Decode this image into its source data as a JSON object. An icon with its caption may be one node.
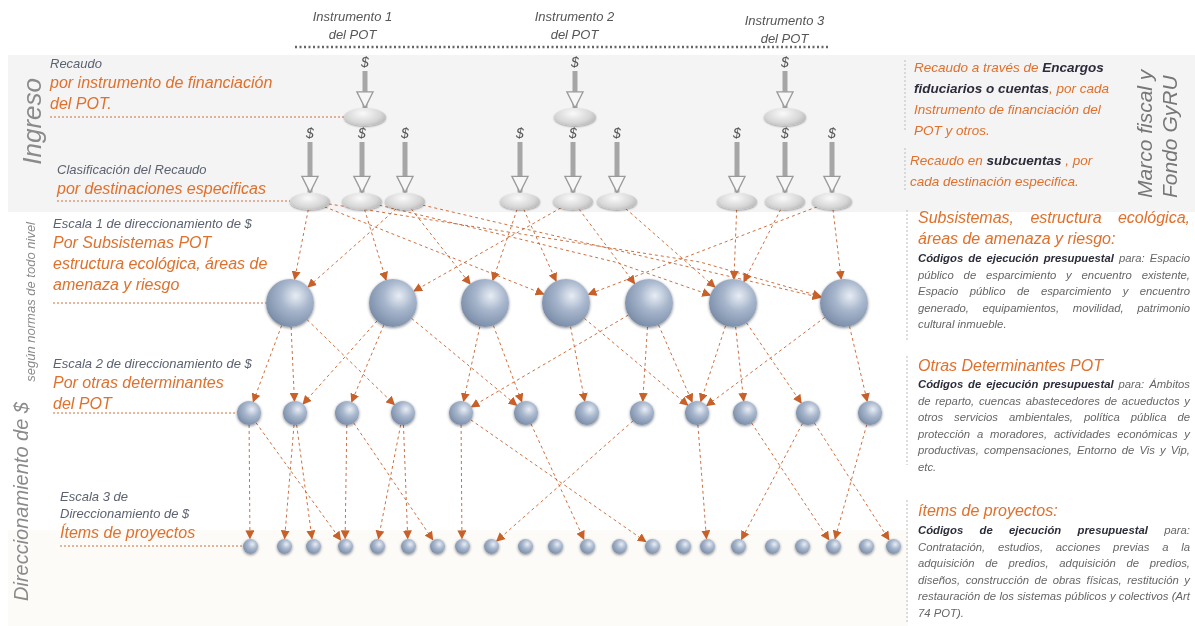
{
  "diagram": {
    "nodes": [
      {
        "text": [
          "$"
        ]
      },
      {
        "text": [
          "$"
        ]
      },
      {
        "text": [
          "$"
        ]
      },
      {
        "text": [],
        "shape": "ellipse"
      },
      {
        "text": [],
        "shape": "ellipse"
      },
      {
        "text": [],
        "shape": "ellipse"
      },
      {
        "text": [
          "$"
        ]
      },
      {
        "text": [
          "$"
        ]
      },
      {
        "text": [
          "$"
        ]
      },
      {
        "text": [
          "$"
        ]
      },
      {
        "text": [
          "$"
        ]
      },
      {
        "text": [
          "$"
        ]
      },
      {
        "text": [
          "$"
        ]
      },
      {
        "text": [
          "$"
        ]
      },
      {
        "text": [
          "$"
        ]
      },
      {
        "text": [],
        "shape": "ellipse"
      },
      {
        "text": [],
        "shape": "ellipse"
      },
      {
        "text": [],
        "shape": "ellipse"
      },
      {
        "text": [],
        "shape": "ellipse"
      },
      {
        "text": [],
        "shape": "ellipse"
      },
      {
        "text": [],
        "shape": "ellipse"
      },
      {
        "text": [],
        "shape": "ellipse"
      },
      {
        "text": [],
        "shape": "ellipse"
      },
      {
        "text": [],
        "shape": "ellipse"
      },
      {
        "text": [],
        "shape": "circle"
      },
      {
        "text": [],
        "shape": "circle"
      },
      {
        "text": [],
        "shape": "circle"
      },
      {
        "text": [],
        "shape": "circle"
      },
      {
        "text": [],
        "shape": "circle"
      },
      {
        "text": [],
        "shape": "circle"
      },
      {
        "text": [],
        "shape": "circle"
      },
      {
        "text": [],
        "shape": "circle"
      },
      {
        "text": [],
        "shape": "circle"
      },
      {
        "text": [],
        "shape": "circle"
      },
      {
        "text": [],
        "shape": "circle"
      },
      {
        "text": [],
        "shape": "circle"
      },
      {
        "text": [],
        "shape": "circle"
      },
      {
        "text": [],
        "shape": "circle"
      },
      {
        "text": [],
        "shape": "circle"
      },
      {
        "text": [],
        "shape": "circle"
      },
      {
        "text": [],
        "shape": "circle"
      },
      {
        "text": [],
        "shape": "circle"
      },
      {
        "text": [],
        "shape": "circle"
      },
      {
        "text": [],
        "shape": "circle"
      },
      {
        "text": [],
        "shape": "circle"
      },
      {
        "text": [],
        "shape": "circle"
      },
      {
        "text": [],
        "shape": "circle"
      },
      {
        "text": [],
        "shape": "circle"
      },
      {
        "text": [],
        "shape": "circle"
      },
      {
        "text": [],
        "shape": "circle"
      },
      {
        "text": [],
        "shape": "circle"
      },
      {
        "text": [],
        "shape": "circle"
      },
      {
        "text": [],
        "shape": "circle"
      },
      {
        "text": [],
        "shape": "circle"
      },
      {
        "text": [],
        "shape": "circle"
      },
      {
        "text": [],
        "shape": "circle"
      },
      {
        "text": [],
        "shape": "circle"
      },
      {
        "text": [],
        "shape": "circle"
      },
      {
        "text": [],
        "shape": "circle"
      },
      {
        "text": [],
        "shape": "circle"
      },
      {
        "text": [],
        "shape": "circle"
      },
      {
        "text": [],
        "shape": "circle"
      },
      {
        "text": [],
        "shape": "circle"
      },
      {
        "text": [],
        "shape": "circle"
      },
      {
        "text": [],
        "shape": "circle"
      },
      {
        "text": [
          "Recaudo",
          "por instrumento de financiación del POT."
        ]
      },
      {
        "text": [
          "Clasificación del Recaudo",
          "por destinaciones especificas"
        ]
      },
      {
        "text": [
          "Escala 1 de direccionamiento de $",
          "Por Subsistemas POT estructura ecológica, áreas de amenaza y riesgo"
        ]
      },
      {
        "text": [
          "Escala 2 de direccionamiento de $",
          "Por otras determinantes del POT"
        ]
      },
      {
        "text": [
          "Escala 3 de Direccionamiento de $",
          "Ítems de proyectos"
        ]
      }
    ],
    "edges": [
      {
        "from": 0,
        "to": 3,
        "arrow": "to",
        "style": "thick",
        "color": "#a6a6a6"
      },
      {
        "from": 1,
        "to": 4,
        "arrow": "to",
        "style": "thick",
        "color": "#a6a6a6"
      },
      {
        "from": 2,
        "to": 5,
        "arrow": "to",
        "style": "thick",
        "color": "#a6a6a6"
      },
      {
        "from": 6,
        "to": 15,
        "arrow": "to",
        "style": "thick",
        "color": "#a6a6a6"
      },
      {
        "from": 7,
        "to": 16,
        "arrow": "to",
        "style": "thick",
        "color": "#a6a6a6"
      },
      {
        "from": 8,
        "to": 17,
        "arrow": "to",
        "style": "thick",
        "color": "#a6a6a6"
      },
      {
        "from": 9,
        "to": 18,
        "arrow": "to",
        "style": "thick",
        "color": "#a6a6a6"
      },
      {
        "from": 10,
        "to": 19,
        "arrow": "to",
        "style": "thick",
        "color": "#a6a6a6"
      },
      {
        "from": 11,
        "to": 20,
        "arrow": "to",
        "style": "thick",
        "color": "#a6a6a6"
      },
      {
        "from": 12,
        "to": 21,
        "arrow": "to",
        "style": "thick",
        "color": "#a6a6a6"
      },
      {
        "from": 13,
        "to": 22,
        "arrow": "to",
        "style": "thick",
        "color": "#a6a6a6"
      },
      {
        "from": 14,
        "to": 23,
        "arrow": "to",
        "style": "thick",
        "color": "#a6a6a6"
      },
      {
        "from": 15,
        "to": 24,
        "arrow": "to",
        "style": "dashed"
      },
      {
        "from": 15,
        "to": 27,
        "arrow": "to",
        "style": "dashed"
      },
      {
        "from": 15,
        "to": 30,
        "arrow": "to",
        "style": "dashed"
      },
      {
        "from": 16,
        "to": 25,
        "arrow": "to",
        "style": "dashed"
      },
      {
        "from": 16,
        "to": 29,
        "arrow": "to",
        "style": "dashed"
      },
      {
        "from": 17,
        "to": 24,
        "arrow": "to",
        "style": "dashed"
      },
      {
        "from": 17,
        "to": 26,
        "arrow": "to",
        "style": "dashed"
      },
      {
        "from": 17,
        "to": 30,
        "arrow": "to",
        "style": "dashed"
      },
      {
        "from": 18,
        "to": 26,
        "arrow": "to",
        "style": "dashed"
      },
      {
        "from": 18,
        "to": 27,
        "arrow": "to",
        "style": "dashed"
      },
      {
        "from": 19,
        "to": 25,
        "arrow": "to",
        "style": "dashed"
      },
      {
        "from": 19,
        "to": 28,
        "arrow": "to",
        "style": "dashed"
      },
      {
        "from": 20,
        "to": 29,
        "arrow": "to",
        "style": "dashed"
      },
      {
        "from": 21,
        "to": 29,
        "arrow": "to",
        "style": "dashed"
      },
      {
        "from": 22,
        "to": 29,
        "arrow": "to",
        "style": "dashed"
      },
      {
        "from": 23,
        "to": 27,
        "arrow": "to",
        "style": "dashed"
      },
      {
        "from": 23,
        "to": 30,
        "arrow": "to",
        "style": "dashed"
      },
      {
        "from": 24,
        "to": 31,
        "arrow": "to",
        "style": "dashed"
      },
      {
        "from": 24,
        "to": 32,
        "arrow": "to",
        "style": "dashed"
      },
      {
        "from": 24,
        "to": 34,
        "arrow": "to",
        "style": "dashed"
      },
      {
        "from": 25,
        "to": 32,
        "arrow": "to",
        "style": "dashed"
      },
      {
        "from": 25,
        "to": 33,
        "arrow": "to",
        "style": "dashed"
      },
      {
        "from": 25,
        "to": 36,
        "arrow": "to",
        "style": "dashed"
      },
      {
        "from": 26,
        "to": 35,
        "arrow": "to",
        "style": "dashed"
      },
      {
        "from": 26,
        "to": 36,
        "arrow": "to",
        "style": "dashed"
      },
      {
        "from": 27,
        "to": 37,
        "arrow": "to",
        "style": "dashed"
      },
      {
        "from": 27,
        "to": 39,
        "arrow": "to",
        "style": "dashed"
      },
      {
        "from": 28,
        "to": 35,
        "arrow": "to",
        "style": "dashed"
      },
      {
        "from": 28,
        "to": 38,
        "arrow": "to",
        "style": "dashed"
      },
      {
        "from": 28,
        "to": 39,
        "arrow": "to",
        "style": "dashed"
      },
      {
        "from": 29,
        "to": 39,
        "arrow": "to",
        "style": "dashed"
      },
      {
        "from": 29,
        "to": 40,
        "arrow": "to",
        "style": "dashed"
      },
      {
        "from": 29,
        "to": 41,
        "arrow": "to",
        "style": "dashed"
      },
      {
        "from": 30,
        "to": 39,
        "arrow": "to",
        "style": "dashed"
      },
      {
        "from": 30,
        "to": 42,
        "arrow": "to",
        "style": "dashed"
      },
      {
        "from": 31,
        "to": 43,
        "arrow": "to",
        "style": "dashed"
      },
      {
        "from": 31,
        "to": 46,
        "arrow": "to",
        "style": "dashed"
      },
      {
        "from": 32,
        "to": 44,
        "arrow": "to",
        "style": "dashed"
      },
      {
        "from": 32,
        "to": 45,
        "arrow": "to",
        "style": "dashed"
      },
      {
        "from": 33,
        "to": 46,
        "arrow": "to",
        "style": "dashed"
      },
      {
        "from": 33,
        "to": 49,
        "arrow": "to",
        "style": "dashed"
      },
      {
        "from": 34,
        "to": 47,
        "arrow": "to",
        "style": "dashed"
      },
      {
        "from": 34,
        "to": 48,
        "arrow": "to",
        "style": "dashed"
      },
      {
        "from": 35,
        "to": 50,
        "arrow": "to",
        "style": "dashed"
      },
      {
        "from": 35,
        "to": 56,
        "arrow": "to",
        "style": "dashed"
      },
      {
        "from": 36,
        "to": 54,
        "arrow": "to",
        "style": "dashed"
      },
      {
        "from": 38,
        "to": 51,
        "arrow": "to",
        "style": "dashed"
      },
      {
        "from": 39,
        "to": 58,
        "arrow": "to",
        "style": "dashed"
      },
      {
        "from": 40,
        "to": 62,
        "arrow": "to",
        "style": "dashed"
      },
      {
        "from": 41,
        "to": 59,
        "arrow": "to",
        "style": "dashed"
      },
      {
        "from": 41,
        "to": 64,
        "arrow": "to",
        "style": "dashed"
      },
      {
        "from": 42,
        "to": 62,
        "arrow": "to",
        "style": "dashed"
      },
      {
        "from": 65,
        "to": 3,
        "arrow": "none",
        "style": "dashed"
      },
      {
        "from": 66,
        "to": 15,
        "arrow": "none",
        "style": "dashed"
      },
      {
        "from": 67,
        "to": 24,
        "arrow": "none",
        "style": "dashed"
      },
      {
        "from": 68,
        "to": 31,
        "arrow": "none",
        "style": "dashed"
      },
      {
        "from": 69,
        "to": 43,
        "arrow": "none",
        "style": "dashed"
      }
    ],
    "labels": [
      "Instrumento 1 del POT",
      "Instrumento 2 del POT",
      "Instrumento 3 del POT",
      "Ingreso",
      "Recaudo a través de **Encargos fiduciarios o cuentas**, por cada Instrumento de financiación del POT y otros.",
      "Marco fiscal y Fondo GyRU",
      "Recaudo en **subcuentas** , por cada destinación especifica.",
      "según normas de todo nivel",
      "Direccionamiento de $",
      "Subsistemas, estructura ecológica, áreas de amenaza y riesgo:",
      "**Códigos de ejecución presupuestal** para: Espacio público de esparcimiento y encuentro existente, Espacio público de esparcimiento y encuentro generado, equipamientos, movilidad, patrimonio cultural inmueble.",
      "Otras Determinantes POT",
      "**Códigos de ejecución presupuestal** para: Ámbitos de reparto, cuencas abastecedores de acueductos y otros servicios ambientales, política pública de protección a moradores, actividades económicas y productivas, compensaciones, Entorno de Vis y Vip, etc.",
      "ítems de proyectos:",
      "**Códigos de ejecución presupuestal** para: Contratación, estudios, acciones previas a la adquisición de predios, adquisición de predios, diseños, construcción de obras físicas, restitución y restauración de los sistemas públicos y colectivos (Art 74 POT)."
    ]
  }
}
